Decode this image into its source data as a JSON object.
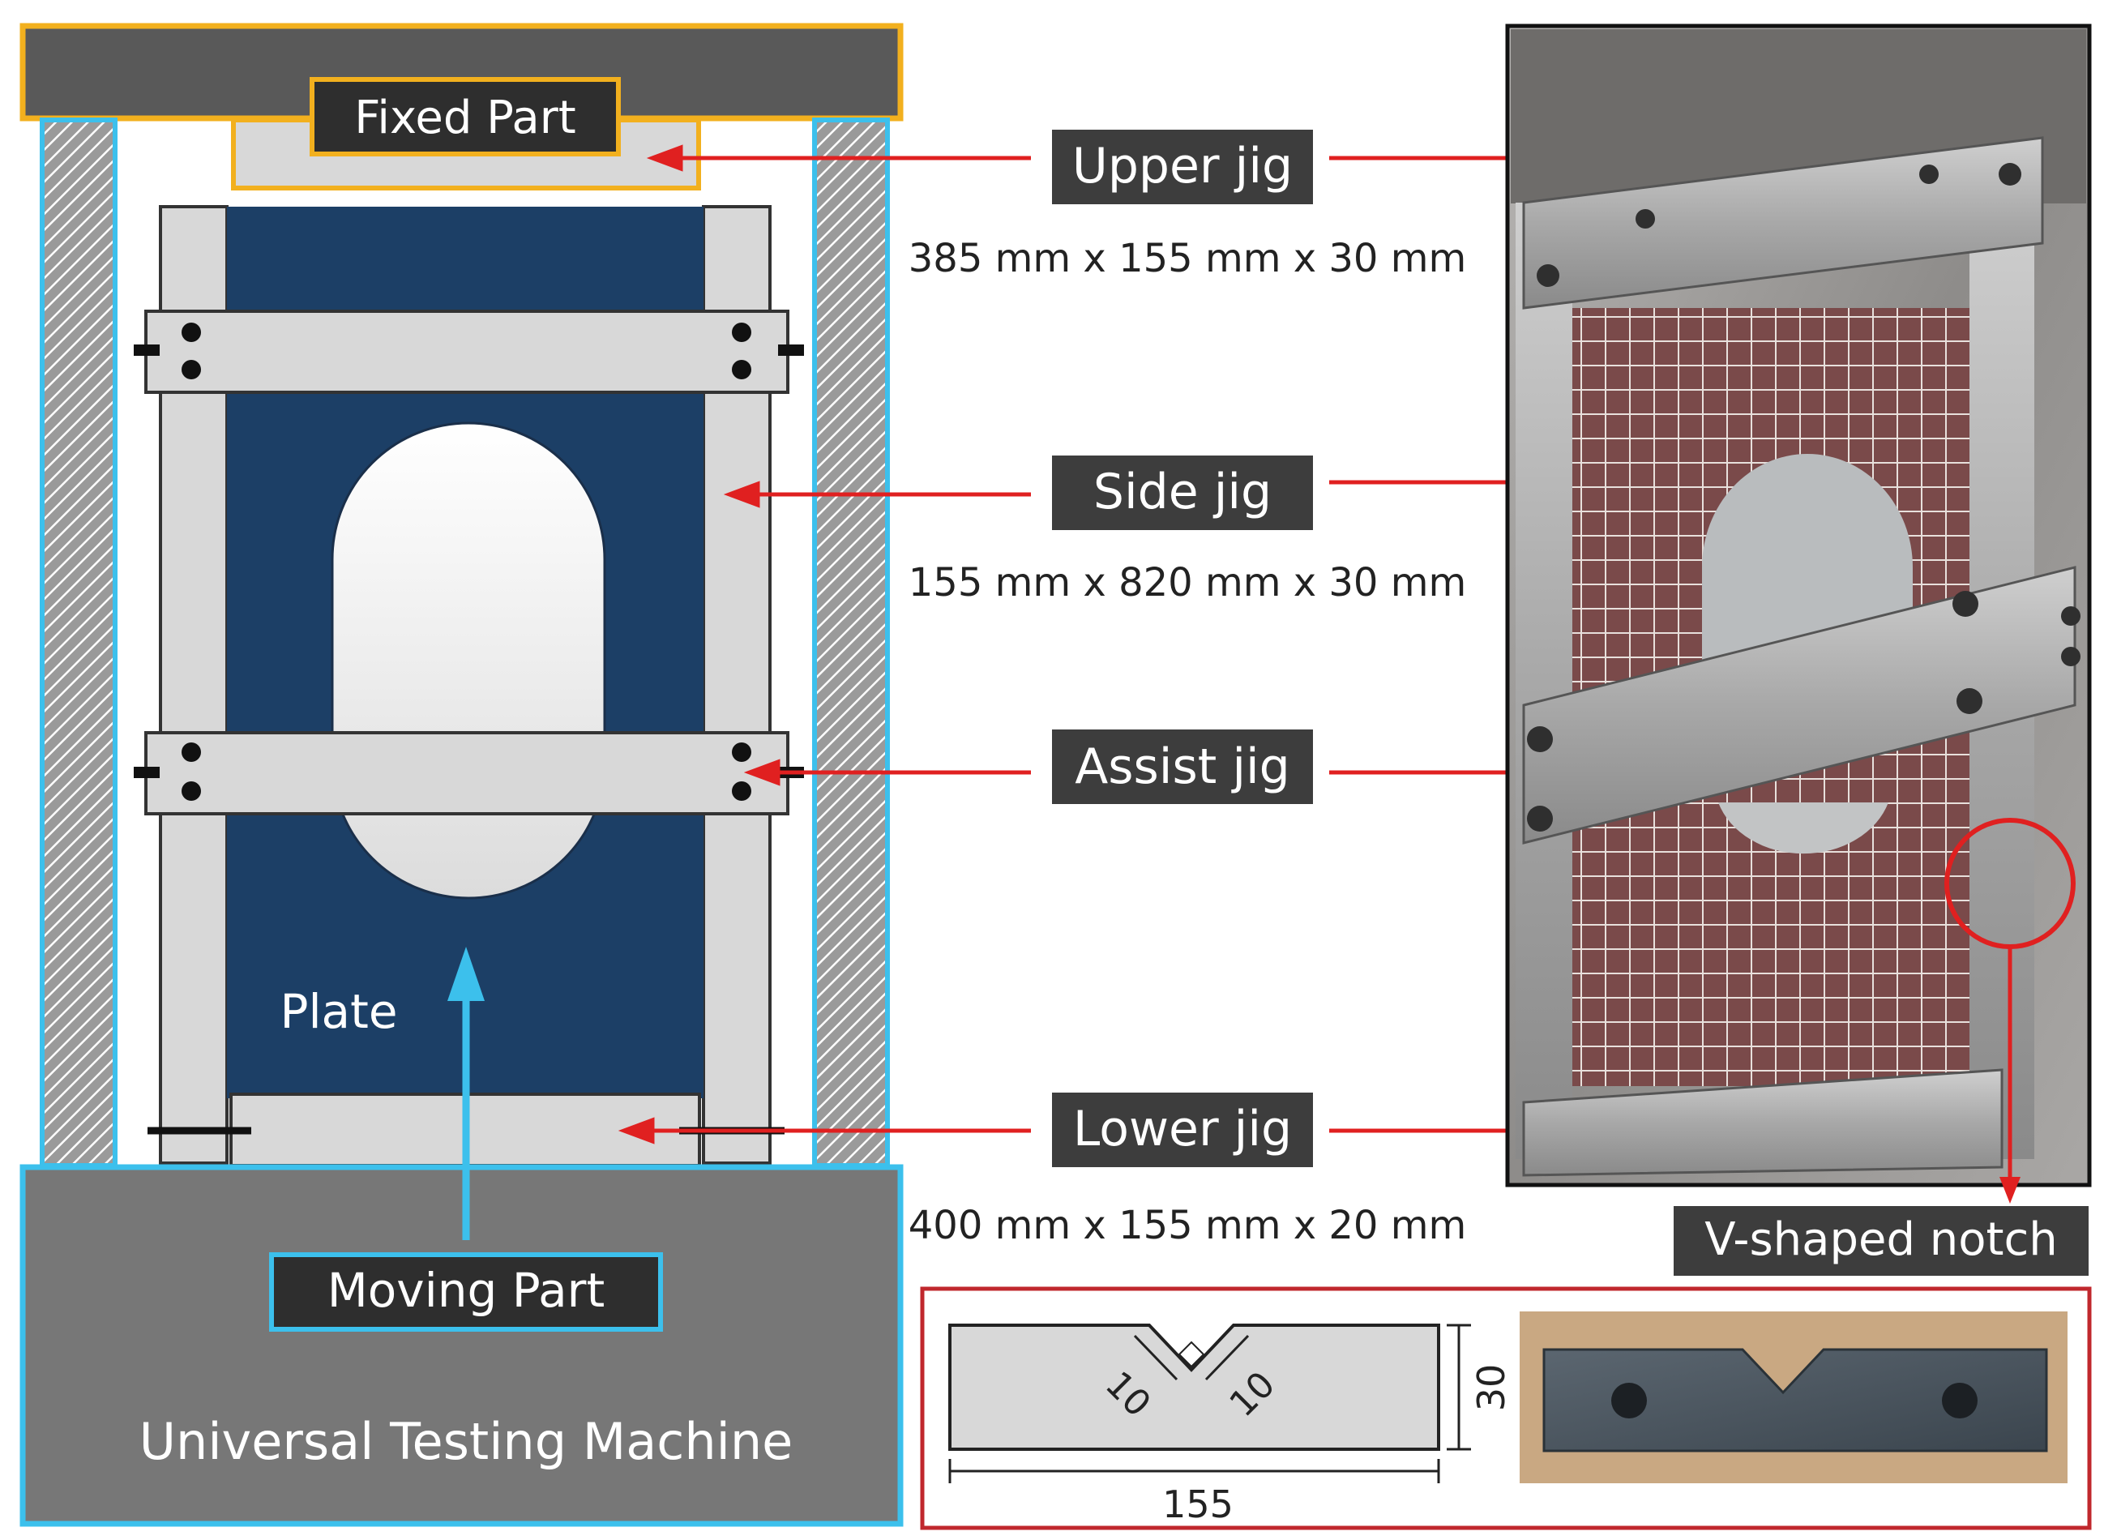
{
  "labels": {
    "fixed_part": "Fixed Part",
    "moving_part": "Moving Part",
    "machine": "Universal Testing Machine",
    "plate": "Plate",
    "v_notch": "V-shaped notch"
  },
  "jigs": [
    {
      "name": "Upper jig",
      "dims": "385 mm x 155 mm x 30 mm"
    },
    {
      "name": "Side jig",
      "dims": "155 mm x 820 mm x 30 mm"
    },
    {
      "name": "Assist jig",
      "dims": ""
    },
    {
      "name": "Lower jig",
      "dims": "400 mm x 155 mm x 20 mm"
    }
  ],
  "notch_drawing": {
    "length": "155",
    "height": "30",
    "notch_left": "10",
    "notch_right": "10"
  },
  "colors": {
    "fixed_accent": "#f2b01e",
    "moving_accent": "#3cc0ec",
    "arrow": "#e02020",
    "plate": "#1c3f66",
    "machine_gray": "#777777",
    "jig_gray": "#d8d8d8",
    "label_box": "#3d3d3d"
  }
}
